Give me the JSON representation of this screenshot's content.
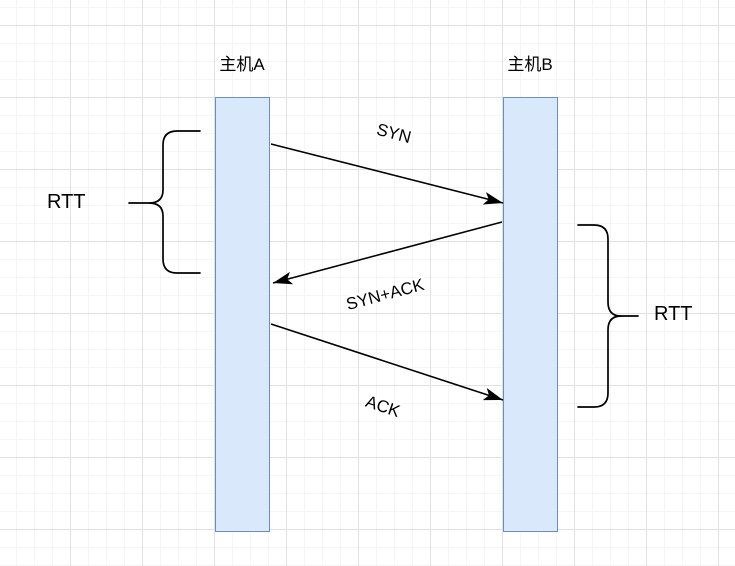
{
  "diagram": {
    "type": "tcp-handshake-sequence",
    "hosts": [
      {
        "id": "A",
        "label": "主机A"
      },
      {
        "id": "B",
        "label": "主机B"
      }
    ],
    "messages": [
      {
        "label": "SYN",
        "from": "主机A",
        "to": "主机B"
      },
      {
        "label": "SYN+ACK",
        "from": "主机B",
        "to": "主机A"
      },
      {
        "label": "ACK",
        "from": "主机A",
        "to": "主机B"
      }
    ],
    "annotations": [
      {
        "label": "RTT",
        "side": "left"
      },
      {
        "label": "RTT",
        "side": "right"
      }
    ],
    "colors": {
      "lifeline_fill": "#dae8fc",
      "lifeline_stroke": "#6c8ebf",
      "line": "#000000",
      "grid_minor": "#f5f5f5",
      "grid_major": "#e1e1e1",
      "background": "#ffffff"
    }
  }
}
